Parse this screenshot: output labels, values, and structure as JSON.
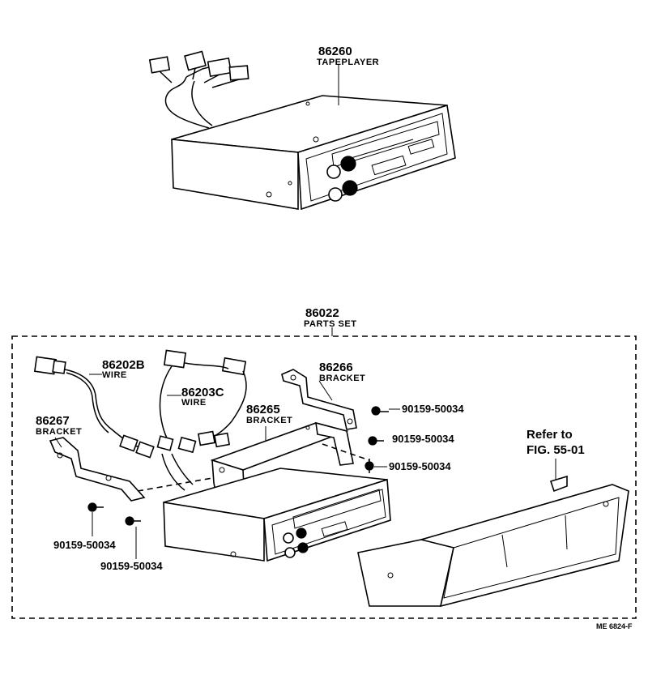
{
  "callouts": {
    "tapeplayer": {
      "number": "86260",
      "name": "TAPEPLAYER"
    },
    "parts_set": {
      "number": "86022",
      "name": "PARTS SET"
    },
    "wire_b": {
      "number": "86202B",
      "name": "WIRE"
    },
    "wire_c": {
      "number": "86203C",
      "name": "WIRE"
    },
    "bracket_266": {
      "number": "86266",
      "name": "BRACKET"
    },
    "bracket_265": {
      "number": "86265",
      "name": "BRACKET"
    },
    "bracket_267": {
      "number": "86267",
      "name": "BRACKET"
    },
    "screw_1": "90159-50034",
    "screw_2": "90159-50034",
    "screw_3": "90159-50034",
    "screw_4": "90159-50034",
    "screw_5": "90159-50034"
  },
  "reference": {
    "line1": "Refer to",
    "line2": "FIG. 55-01"
  },
  "footer_code": "ME 6824-F"
}
